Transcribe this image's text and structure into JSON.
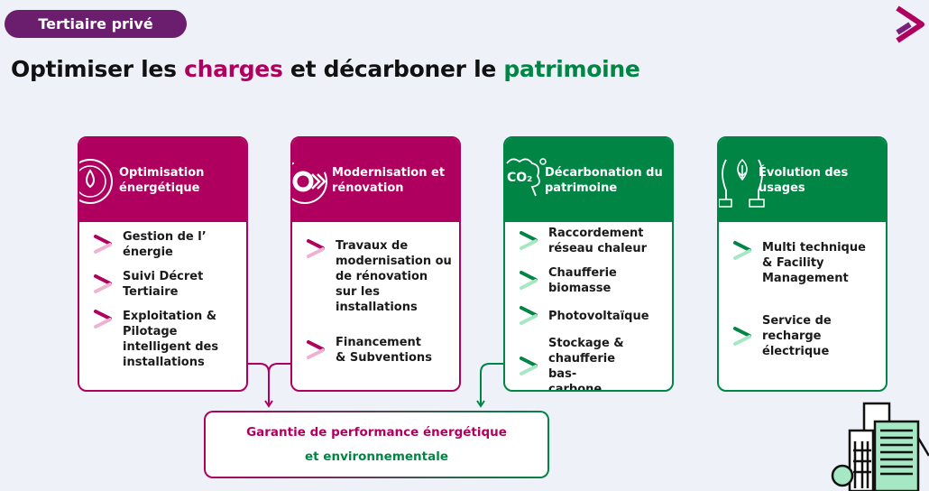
{
  "badge": "Tertiaire privé",
  "title": {
    "part1": "Optimiser les ",
    "part2": "charges",
    "part3": " et décarboner le ",
    "part4": "patrimoine"
  },
  "colors": {
    "magenta": "#b0005f",
    "green": "#008545",
    "purple": "#6b1d6e"
  },
  "cards": [
    {
      "title": "Optimisation énergétique",
      "icon": "energy-gauge-icon",
      "items": [
        "Gestion de l’ énergie",
        "Suivi Décret Tertiaire",
        "Exploitation & Pilotage intelligent des installations"
      ]
    },
    {
      "title": "Modernisation et rénovation",
      "icon": "gear-arrows-icon",
      "items": [
        "Travaux de modernisation ou de rénovation sur les installations",
        "Financement & Subventions"
      ]
    },
    {
      "title": "Décarbonation du patrimoine",
      "icon": "co2-cloud-icon",
      "items": [
        "Raccordement réseau chaleur",
        "Chaufferie biomasse",
        "Photovoltaïque",
        "Stockage & chaufferie bas-carbone"
      ]
    },
    {
      "title": "Évolution des usages",
      "icon": "hands-leaf-icon",
      "items": [
        "Multi technique & Facility Management",
        "Service de recharge électrique"
      ]
    }
  ],
  "bottom": {
    "line1": "Garantie de performance énergétique",
    "line2": "et environnementale"
  }
}
